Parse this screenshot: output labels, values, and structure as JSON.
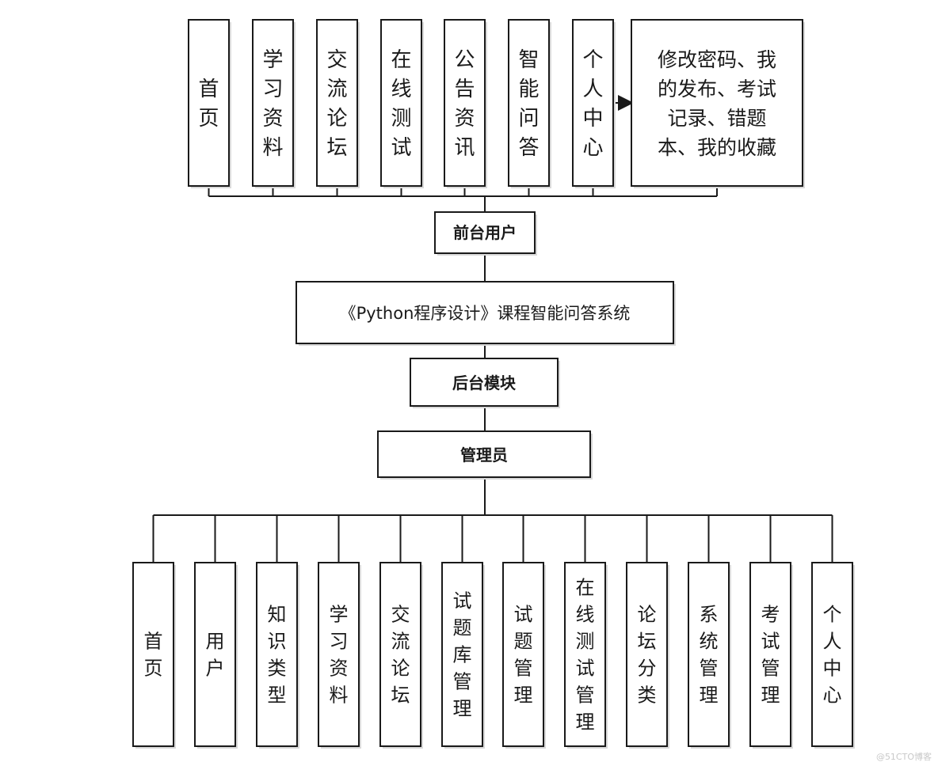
{
  "front_items": [
    "首页",
    "学习资料",
    "交流论坛",
    "在线测试",
    "公告资讯",
    "智能问答",
    "个人中心"
  ],
  "personal_center_detail": [
    "修改密码、我",
    "的发布、考试",
    "记录、错题",
    "本、我的收藏"
  ],
  "front_user_label": "前台用户",
  "system_title": "《Python程序设计》课程智能问答系统",
  "backend_label": "后台模块",
  "admin_label": "管理员",
  "admin_items": [
    "首页",
    "用户",
    "知识类型",
    "学习资料",
    "交流论坛",
    "试题库管理",
    "试题管理",
    "在线测试管理",
    "论坛分类",
    "系统管理",
    "考试管理",
    "个人中心"
  ],
  "watermark": "@51CTO博客",
  "colors": {
    "stroke": "#1a1a1a",
    "text": "#1a1a1a",
    "shadow": "#d9d9d9",
    "background": "#ffffff"
  }
}
